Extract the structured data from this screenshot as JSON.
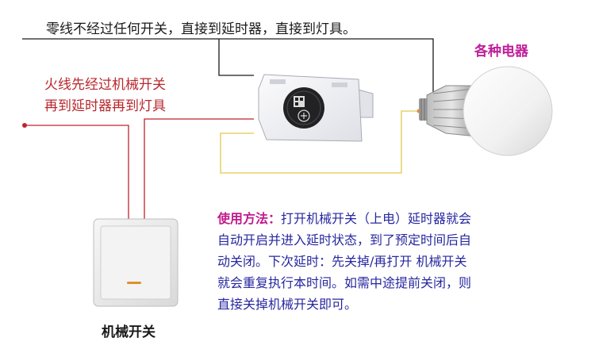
{
  "labels": {
    "neutral_wire": "零线不经过任何开关，直接到延时器，直接到灯具。",
    "live_wire_line1": "火线先经过机械开关",
    "live_wire_line2": "再到延时器再到灯具",
    "appliance": "各种电器",
    "switch": "机械开关"
  },
  "usage": {
    "heading": "使用方法：",
    "line1": "打开机械开关（上电）延时器就会",
    "line2": "自动开启并进入延时状态，到了预定时间后自",
    "line3": "动关闭。下次延时：先关掉/再打开 机械开关",
    "line4": "就会重复执行本时间。如需中途提前关闭，则",
    "line5": "直接关掉机械开关即可。"
  },
  "colors": {
    "neutral_wire": "#1a1a1a",
    "live_wire": "#c0242c",
    "load_wire": "#e8d26a",
    "heading": "#c21b8c",
    "body_text": "#2727a0"
  }
}
